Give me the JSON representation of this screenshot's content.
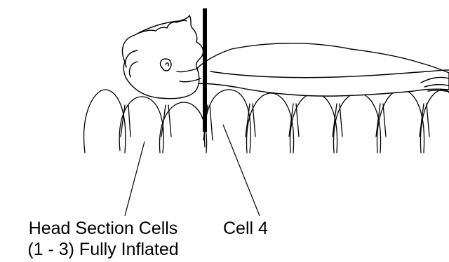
{
  "labels": {
    "head_section_line1": "Head Section Cells",
    "head_section_line2": "(1 - 3) Fully Inflated",
    "cell_4": "Cell 4"
  },
  "colors": {
    "line": "#000000",
    "background": "#ffffff"
  }
}
